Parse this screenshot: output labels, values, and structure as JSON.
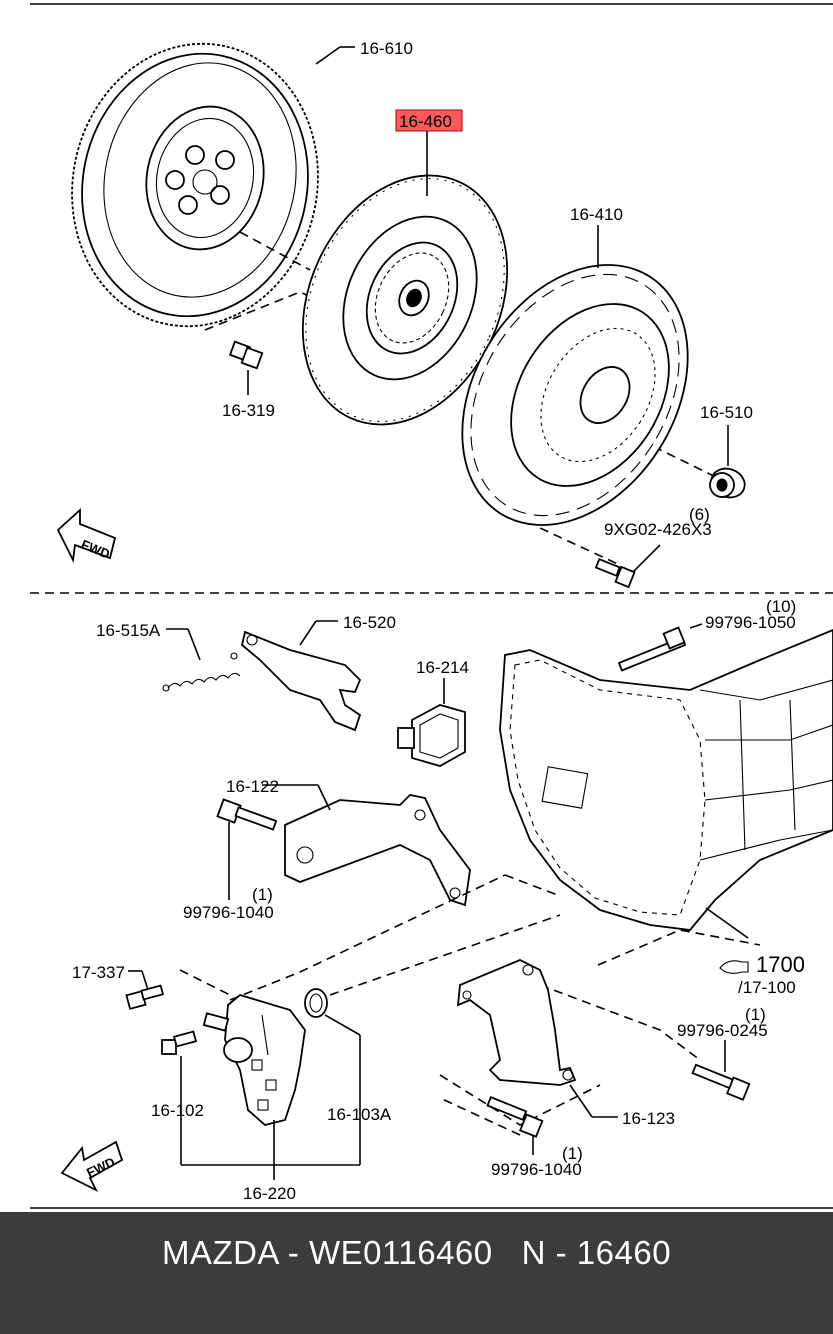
{
  "labels": {
    "flywheel": "16-610",
    "clutch_disc": "16-460",
    "clutch_cover": "16-410",
    "flywheel_bolt": "16-319",
    "release_bearing": "16-510",
    "cover_bolt_qty": "(6)",
    "cover_bolt": "9XG02-426X3",
    "fwd_top": "FWD",
    "spring": "16-515A",
    "release_fork": "16-520",
    "boot": "16-214",
    "bolt_10_qty": "(10)",
    "bolt_10": "99796-1050",
    "bracket_122": "16-122",
    "bolt_1040_a_qty": "(1)",
    "bolt_1040_a": "99796-1040",
    "transmission": "1700",
    "transmission_ref": "/17-100",
    "bolt_0245_qty": "(1)",
    "bolt_0245": "99796-0245",
    "fitting_337": "17-337",
    "bleeder_102": "16-102",
    "seal_103a": "16-103A",
    "bracket_123": "16-123",
    "bolt_1040_b_qty": "(1)",
    "bolt_1040_b": "99796-1040",
    "slave_cylinder": "16-220",
    "fwd_bottom": "FWD"
  },
  "highlight_color": "#ff5a5a",
  "footer": {
    "caption": "MAZDA - WE0116460   N - 16460"
  }
}
